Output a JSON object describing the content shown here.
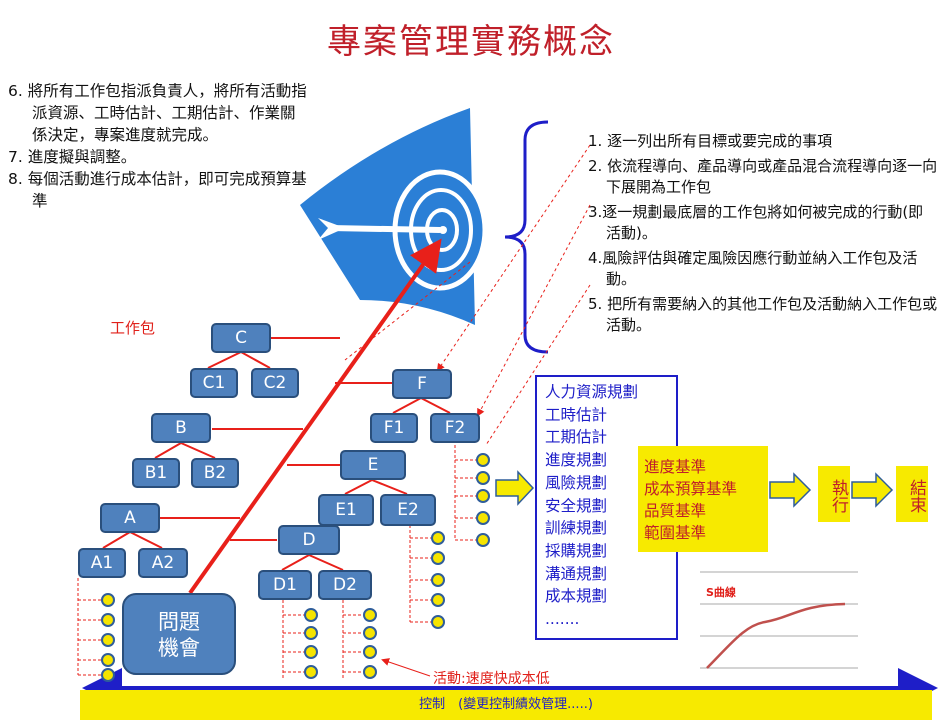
{
  "title": "專案管理實務概念",
  "left_list": [
    "6. 將所有工作包指派負責人，將所有活動指派資源、工時估計、工期估計、作業關係決定，專案進度就完成。",
    "7. 進度擬與調整。",
    "8. 每個活動進行成本估計，即可完成預算基準"
  ],
  "right_list": [
    "1. 逐一列出所有目標或要完成的事項",
    "2. 依流程導向、產品導向或產品混合流程導向逐一向下展開為工作包",
    "3.逐一規劃最底層的工作包將如何被完成的行動(即活動)。",
    "4.風險評估與確定風險因應行動並納入工作包及活動。",
    "5. 把所有需要納入的其他工作包及活動納入工作包或活動。"
  ],
  "work_package_label": "工作包",
  "activity_label": "活動:速度快成本低",
  "wbs_boxes": {
    "C": "C",
    "C1": "C1",
    "C2": "C2",
    "B": "B",
    "B1": "B1",
    "B2": "B2",
    "A": "A",
    "A1": "A1",
    "A2": "A2",
    "F": "F",
    "F1": "F1",
    "F2": "F2",
    "E": "E",
    "E1": "E1",
    "E2": "E2",
    "D": "D",
    "D1": "D1",
    "D2": "D2"
  },
  "problem_box": [
    "問題",
    "機會"
  ],
  "plans": [
    "人力資源規劃",
    "工時估計",
    "工期估計",
    "進度規劃",
    "風險規劃",
    "安全規劃",
    "訓練規劃",
    "採購規劃",
    "溝通規劃",
    "成本規劃",
    "......."
  ],
  "baselines": [
    "進度基準",
    "成本預算基準",
    "品質基準",
    "範圍基準"
  ],
  "execute_label": "執行",
  "close_label": "結束",
  "s_curve_label": "S曲線",
  "control_bar_text": "控制　(變更控制績效管理.....)",
  "colors": {
    "title": "#c0202a",
    "box_fill": "#4f81bd",
    "arrow_red": "#e8201a",
    "yellow": "#f7ea00",
    "plan_blue": "#1e1ec8",
    "target_blue": "#2b7fd6"
  },
  "icons": [
    "target-icon",
    "arrow-icon"
  ]
}
